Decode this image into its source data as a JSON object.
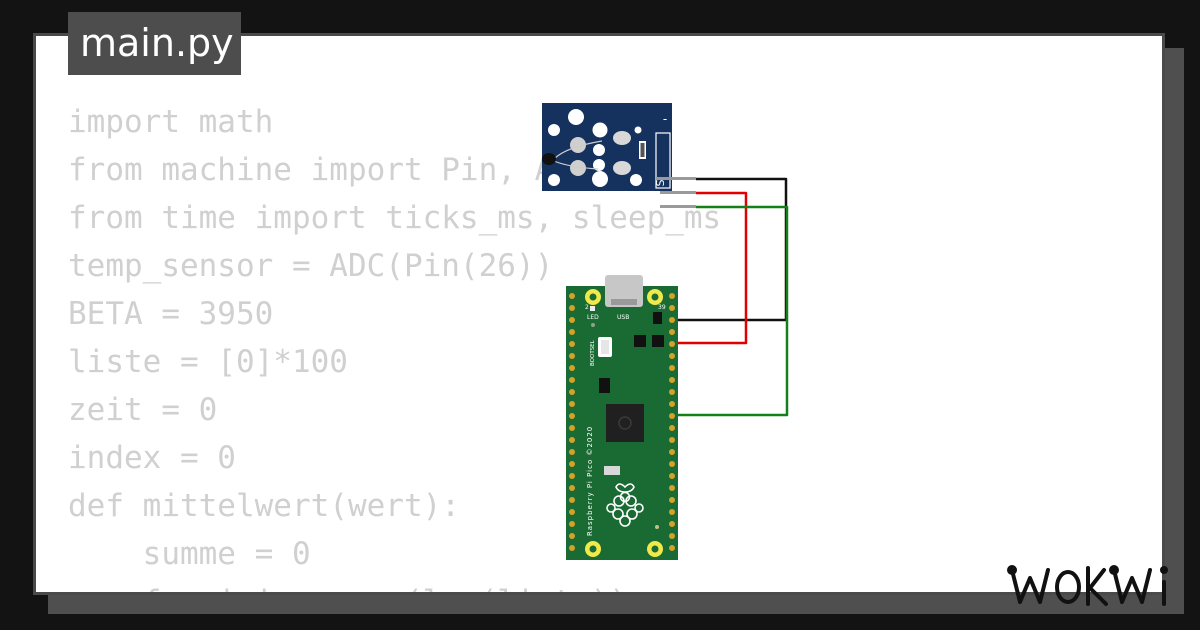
{
  "tab": {
    "filename": "main.py"
  },
  "code_lines": [
    "import math",
    "from machine import Pin, ADC",
    "from time import ticks_ms, sleep_ms",
    "temp_sensor = ADC(Pin(26))",
    "BETA = 3950",
    "liste = [0]*100",
    "zeit = 0",
    "index = 0",
    "def mittelwert(wert):",
    "    summe = 0",
    "    for i in range(len(liste)):"
  ],
  "module": {
    "minus_label": "-",
    "signal_label": "S"
  },
  "pico": {
    "led_label": "LED",
    "usb_label": "USB",
    "bootsel_label": "BOOTSEL",
    "pin2_label": "2",
    "pin39_label": "39",
    "board_label": "Raspberry Pi Pico ©2020"
  },
  "colors": {
    "background": "#131313",
    "module_blue": "#15315e",
    "board_green": "#1a6b33",
    "wire_black": "#111111",
    "wire_red": "#e00000",
    "wire_green": "#14801a"
  },
  "logo": {
    "text": "WOKWi"
  }
}
